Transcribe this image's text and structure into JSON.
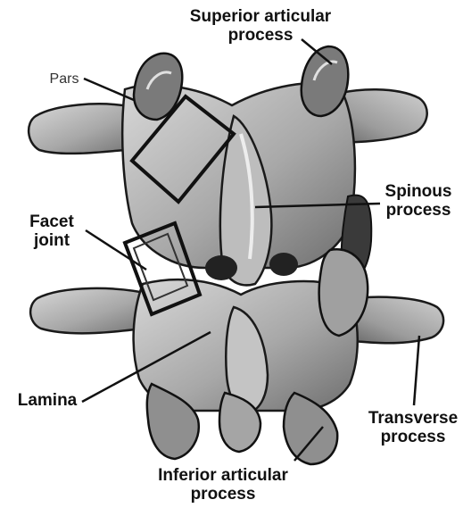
{
  "labels": {
    "superior_articular": [
      "Superior articular",
      "process"
    ],
    "pars": "Pars",
    "spinous": [
      "Spinous",
      "process"
    ],
    "facet": [
      "Facet",
      "joint"
    ],
    "lamina": "Lamina",
    "transverse": [
      "Transverse",
      "process"
    ],
    "inferior_articular": [
      "Inferior articular",
      "process"
    ]
  },
  "colors": {
    "bone_light": "#c9c9c9",
    "bone_mid": "#9a9a9a",
    "bone_dark": "#5a5a5a",
    "outline": "#111111",
    "text": "#111111"
  }
}
